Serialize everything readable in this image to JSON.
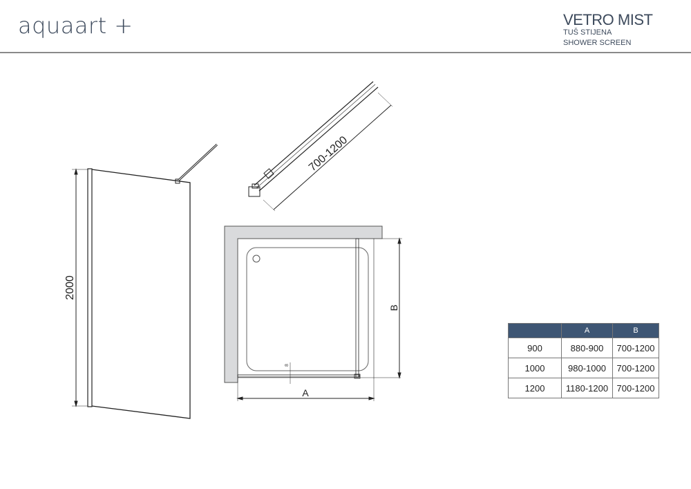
{
  "header": {
    "logo": "aquaart +",
    "title": "VETRO MIST",
    "subtitle_hr": "TUŠ STIJENA",
    "subtitle_en": "SHOWER SCREEN"
  },
  "drawing": {
    "height_label": "2000",
    "bar_label": "700-1200",
    "plan_a_label": "A",
    "plan_b_label": "B",
    "gap_label": "8"
  },
  "table": {
    "header_color": "#3e5674",
    "columns": [
      "",
      "A",
      "B"
    ],
    "rows": [
      [
        "900",
        "880-900",
        "700-1200"
      ],
      [
        "1000",
        "980-1000",
        "700-1200"
      ],
      [
        "1200",
        "1180-1200",
        "700-1200"
      ]
    ]
  }
}
